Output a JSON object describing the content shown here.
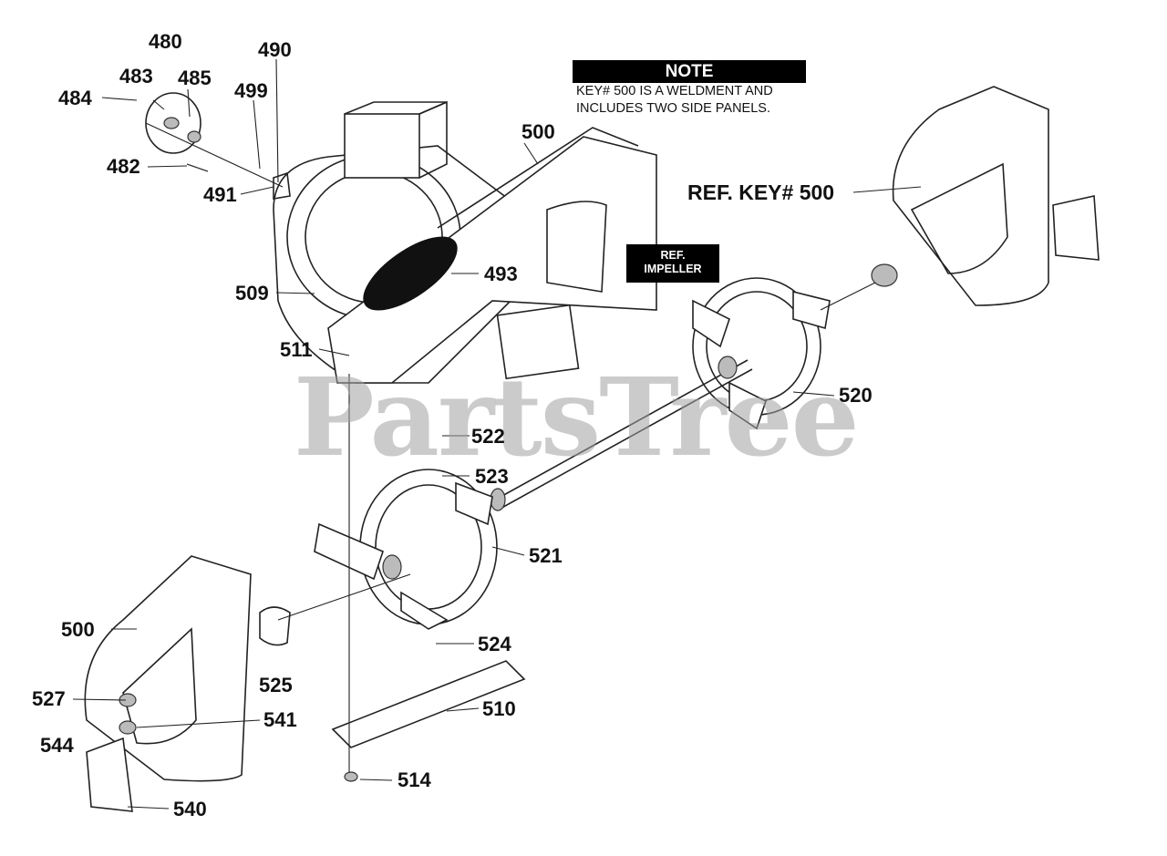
{
  "note": {
    "heading": "NOTE",
    "line1": "KEY# 500 IS A WELDMENT AND",
    "line2": "INCLUDES TWO SIDE PANELS."
  },
  "ref_impeller": {
    "line1": "REF.",
    "line2": "IMPELLER"
  },
  "ref_key": "REF. KEY# 500",
  "watermark": "PartsTree",
  "callouts": {
    "c480": "480",
    "c483": "483",
    "c485": "485",
    "c484": "484",
    "c490": "490",
    "c499": "499",
    "c482": "482",
    "c491": "491",
    "c500_top": "500",
    "c493": "493",
    "c509": "509",
    "c511": "511",
    "c520": "520",
    "c522": "522",
    "c523": "523",
    "c521": "521",
    "c500_bottom": "500",
    "c524": "524",
    "c525": "525",
    "c527": "527",
    "c541": "541",
    "c510": "510",
    "c544": "544",
    "c514": "514",
    "c540": "540"
  }
}
